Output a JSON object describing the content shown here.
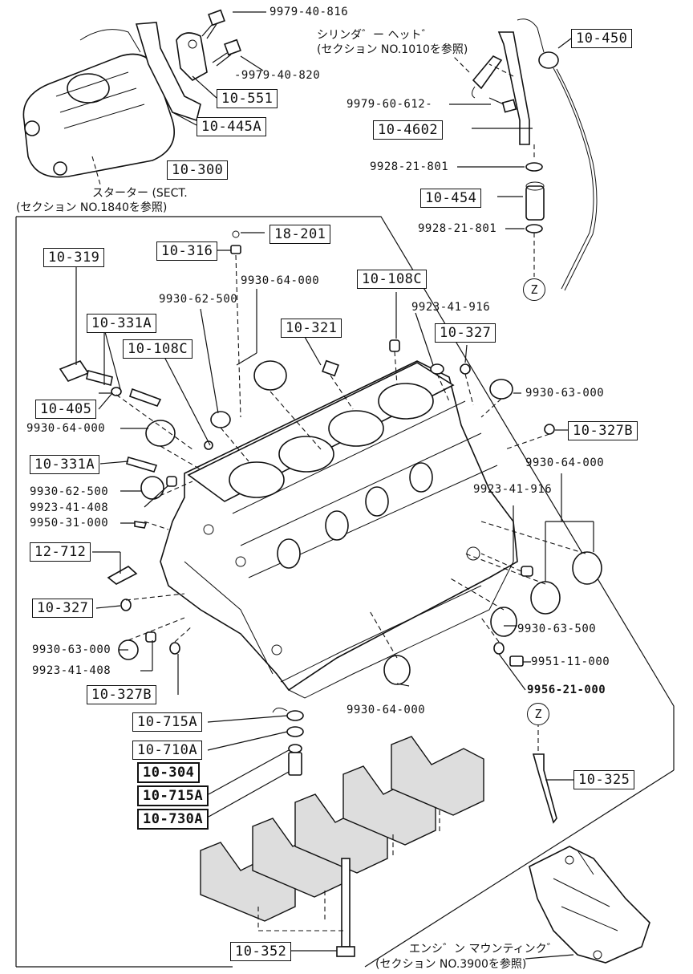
{
  "boxed_labels": [
    {
      "id": "b1",
      "text": "10-450"
    },
    {
      "id": "b2",
      "text": "10-551"
    },
    {
      "id": "b3",
      "text": "10-445A"
    },
    {
      "id": "b4",
      "text": "10-4602"
    },
    {
      "id": "b5",
      "text": "10-300"
    },
    {
      "id": "b6",
      "text": "10-454"
    },
    {
      "id": "b7",
      "text": "18-201"
    },
    {
      "id": "b8",
      "text": "10-316"
    },
    {
      "id": "b9",
      "text": "10-319"
    },
    {
      "id": "b10",
      "text": "10-108C"
    },
    {
      "id": "b11",
      "text": "10-331A"
    },
    {
      "id": "b12",
      "text": "10-321"
    },
    {
      "id": "b13",
      "text": "10-327"
    },
    {
      "id": "b14",
      "text": "10-108C"
    },
    {
      "id": "b15",
      "text": "10-405"
    },
    {
      "id": "b16",
      "text": "10-327B"
    },
    {
      "id": "b17",
      "text": "10-331A"
    },
    {
      "id": "b18",
      "text": "12-712"
    },
    {
      "id": "b19",
      "text": "10-327"
    },
    {
      "id": "b20",
      "text": "10-327B"
    },
    {
      "id": "b21",
      "text": "10-715A"
    },
    {
      "id": "b22",
      "text": "10-710A"
    },
    {
      "id": "b23",
      "text": "10-304"
    },
    {
      "id": "b24",
      "text": "10-715A"
    },
    {
      "id": "b25",
      "text": "10-730A"
    },
    {
      "id": "b26",
      "text": "10-325"
    },
    {
      "id": "b27",
      "text": "10-352"
    }
  ],
  "part_numbers": [
    {
      "id": "p1",
      "text": "9979-40-816"
    },
    {
      "id": "p2",
      "text": "-9979-40-820"
    },
    {
      "id": "p3",
      "text": "9979-60-612-"
    },
    {
      "id": "p4",
      "text": "9928-21-801"
    },
    {
      "id": "p5",
      "text": "9928-21-801"
    },
    {
      "id": "p6",
      "text": "9930-64-000"
    },
    {
      "id": "p7",
      "text": "9930-62-500"
    },
    {
      "id": "p8",
      "text": "9923-41-916"
    },
    {
      "id": "p9",
      "text": "9930-63-000"
    },
    {
      "id": "p10",
      "text": "9930-64-000"
    },
    {
      "id": "p11",
      "text": "9930-64-000"
    },
    {
      "id": "p12",
      "text": "9923-41-916"
    },
    {
      "id": "p13",
      "text": "9930-62-500"
    },
    {
      "id": "p14",
      "text": "9923-41-408"
    },
    {
      "id": "p15",
      "text": "9950-31-000"
    },
    {
      "id": "p16",
      "text": "9930-63-500"
    },
    {
      "id": "p17",
      "text": "9930-63-000"
    },
    {
      "id": "p18",
      "text": "9951-11-000"
    },
    {
      "id": "p19",
      "text": "9923-41-408"
    },
    {
      "id": "p20",
      "text": "9956-21-000"
    },
    {
      "id": "p21",
      "text": "9930-64-000"
    }
  ],
  "notes": {
    "cylinder_head_1": "シリンダ゛ー ヘット゛",
    "cylinder_head_2": "(セクション NO.1010を参照)",
    "starter_1": "スターター (SECT.",
    "starter_2": "(セクション NO.1840を参照)",
    "mount_1": "エンシ゛ン マウンティンク゛",
    "mount_2": "(セクション NO.3900を参照)"
  },
  "circle_markers": [
    "Z",
    "Z"
  ]
}
